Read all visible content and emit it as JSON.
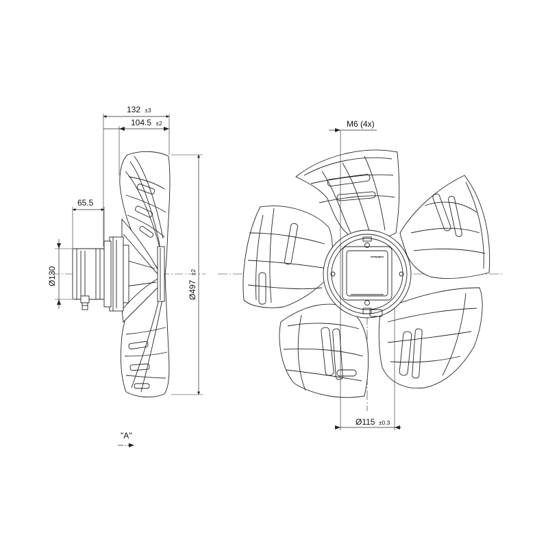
{
  "dimensions": {
    "overall_depth": "132",
    "overall_depth_tol": "±3",
    "blade_depth": "104.5",
    "blade_depth_tol": "±2",
    "hub_offset": "65.5",
    "motor_diameter": "Ø130",
    "fan_diameter": "Ø497",
    "fan_diameter_tol": "±2",
    "mount_thread": "M6 (4x)",
    "bolt_circle": "Ø115",
    "bolt_circle_tol": "±0.3"
  },
  "view_marker": {
    "label": "\"A\""
  },
  "motor": {
    "brand_mark": "ebmpapst"
  },
  "colors": {
    "line": "#222222",
    "background": "#ffffff"
  }
}
